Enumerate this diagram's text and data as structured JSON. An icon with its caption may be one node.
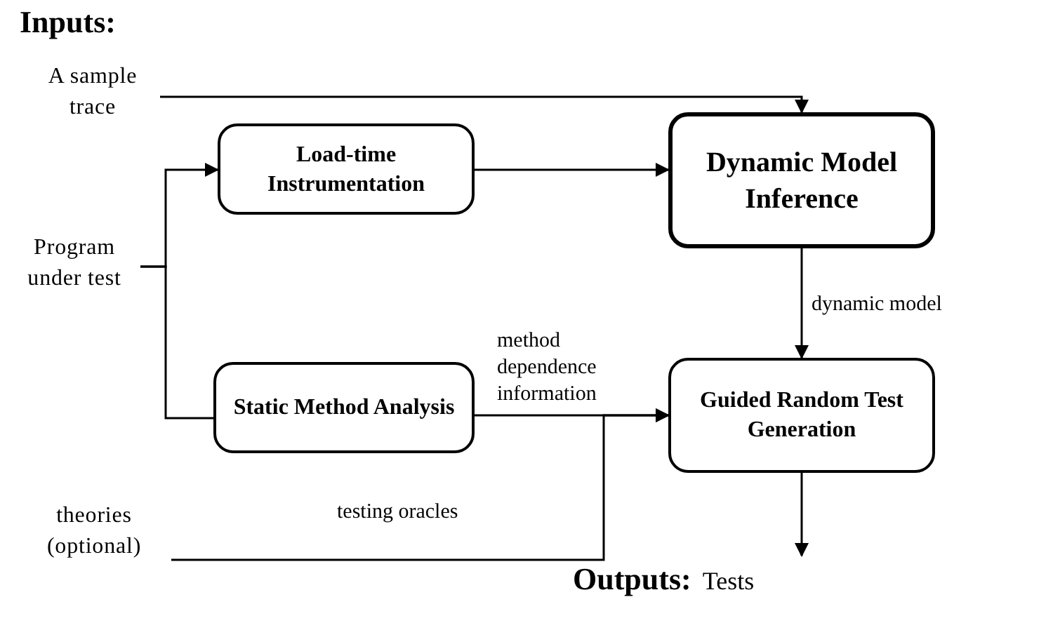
{
  "diagram": {
    "nodes": [
      {
        "text": [
          "A sample trace"
        ]
      },
      {
        "text": [
          "Load-time Instrumentation"
        ]
      },
      {
        "text": [
          "Dynamic Model Inference"
        ]
      },
      {
        "text": [
          "Program under test"
        ]
      },
      {
        "text": [
          "Static Method Analysis"
        ]
      },
      {
        "text": [
          "Guided Random Test Generation"
        ]
      },
      {
        "text": [
          "theories (optional)"
        ]
      },
      {
        "text": [
          "Outputs:",
          "Tests"
        ]
      }
    ],
    "edges": [
      {
        "from": 0,
        "to": 2,
        "arrow": "to"
      },
      {
        "from": 3,
        "to": 1,
        "arrow": "to"
      },
      {
        "from": 3,
        "to": 4,
        "arrow": "none"
      },
      {
        "from": 1,
        "to": 2,
        "arrow": "to"
      },
      {
        "from": 2,
        "to": 5,
        "arrow": "to",
        "label": "dynamic model"
      },
      {
        "from": 4,
        "to": 5,
        "arrow": "to",
        "label": "method dependence information"
      },
      {
        "from": 6,
        "to": 5,
        "arrow": "to",
        "label": "testing oracles"
      },
      {
        "from": 5,
        "to": 7,
        "arrow": "to"
      }
    ],
    "labels": [
      "Inputs:"
    ]
  }
}
